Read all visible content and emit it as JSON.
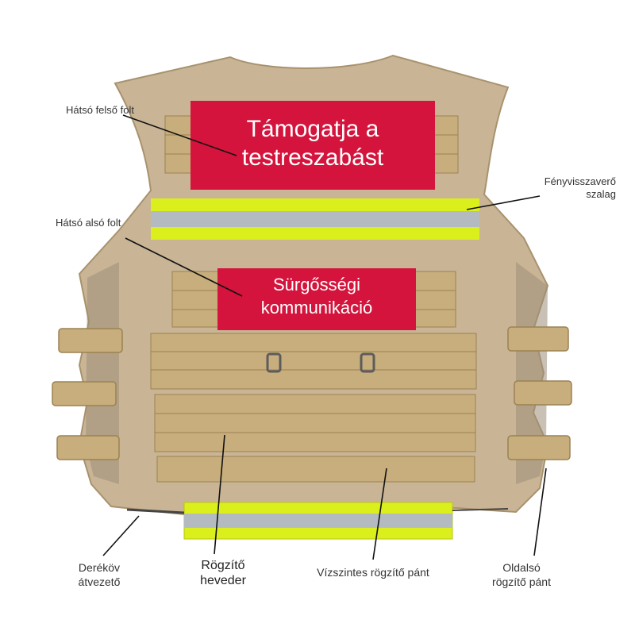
{
  "image": {
    "subject": "tactical-vest-back-view",
    "colors": {
      "vest": "#c9b596",
      "vest_shadow": "#a8926e",
      "webbing": "#c8ae7c",
      "webbing_dark": "#9b8253",
      "patch": "#d4143c",
      "reflective_yellow": "#dbef1c",
      "reflective_silver": "#b4bbc0",
      "background": "#ffffff"
    }
  },
  "patches": {
    "upper": {
      "line1": "Támogatja a",
      "line2": "testreszabást"
    },
    "lower": {
      "line1": "Sürgősségi",
      "line2": "kommunikáció"
    }
  },
  "callouts": {
    "upper_patch": "Hátsó felső folt",
    "lower_patch": "Hátsó alsó folt",
    "reflective_tape": {
      "line1": "Fényvisszaverő",
      "line2": "szalag"
    },
    "belt_loop": {
      "line1": "Deréköv",
      "line2": "átvezető"
    },
    "fixing_strap": {
      "line1": "Rögzítő",
      "line2": "heveder"
    },
    "horizontal_strap": "Vízszintes rögzítő pánt",
    "side_strap": {
      "line1": "Oldalsó",
      "line2": "rögzítő pánt"
    }
  }
}
